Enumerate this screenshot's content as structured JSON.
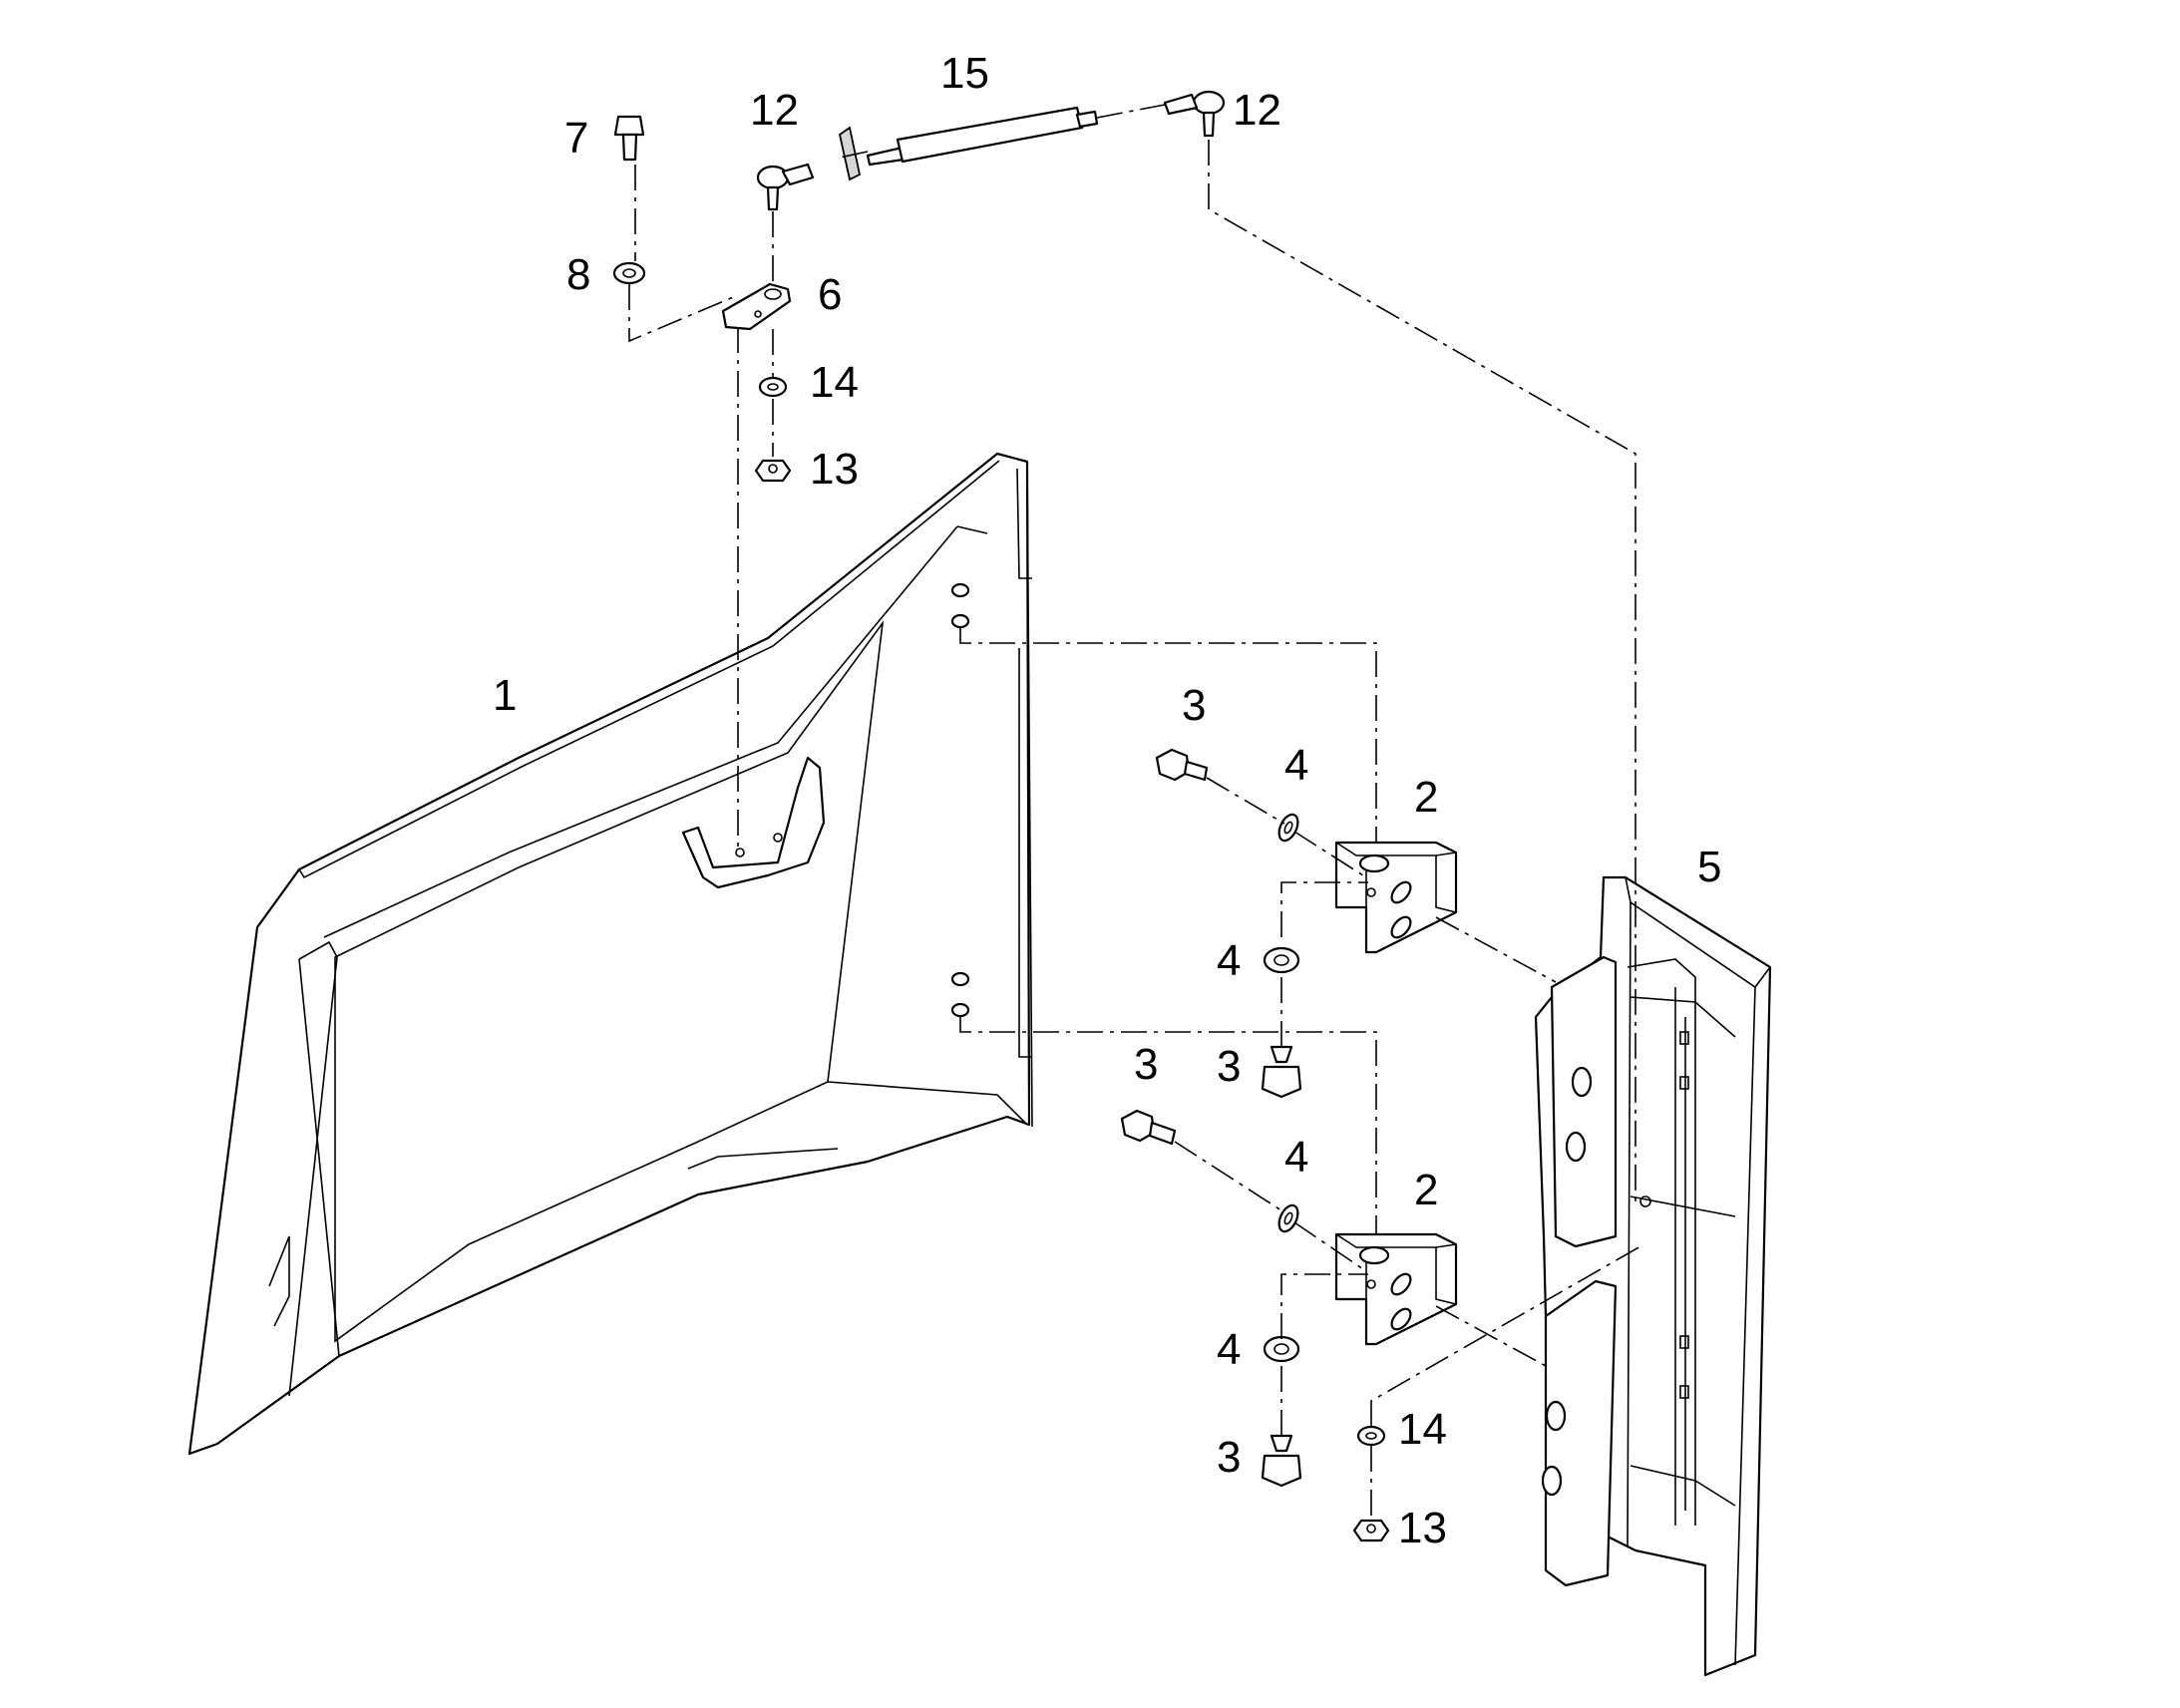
{
  "callouts": {
    "c1": "1",
    "c2a": "2",
    "c2b": "2",
    "c3a": "3",
    "c3b": "3",
    "c3c": "3",
    "c3d": "3",
    "c4a": "4",
    "c4b": "4",
    "c4c": "4",
    "c4d": "4",
    "c5": "5",
    "c6": "6",
    "c7": "7",
    "c8": "8",
    "c12a": "12",
    "c12b": "12",
    "c13a": "13",
    "c13b": "13",
    "c14a": "14",
    "c14b": "14",
    "c15": "15"
  }
}
